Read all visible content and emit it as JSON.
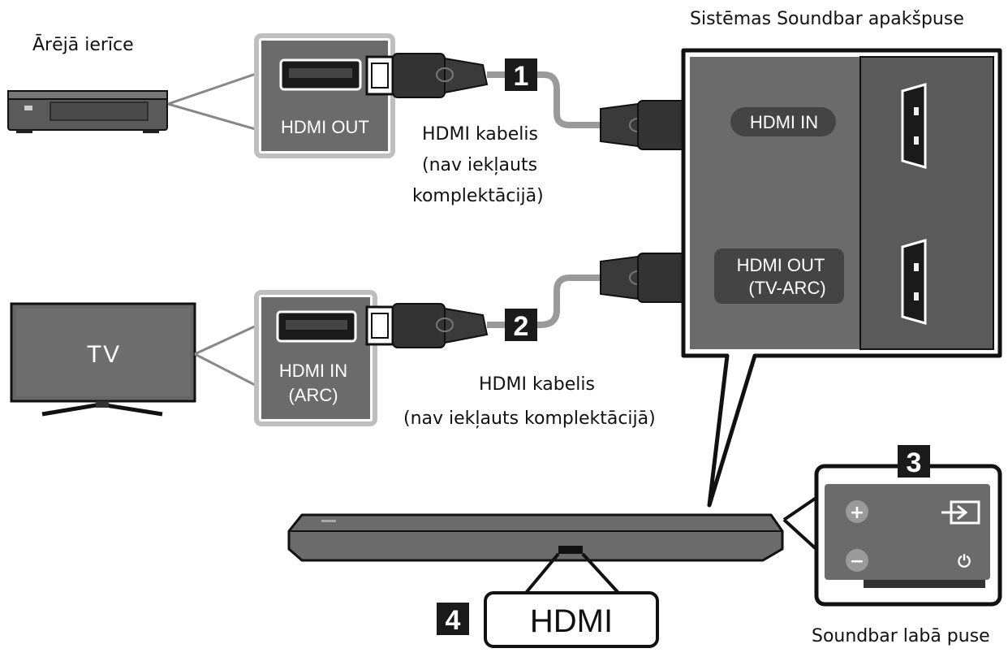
{
  "labels": {
    "external_device": "Ārējā ierīce",
    "soundbar_bottom": "Sistēmas Soundbar apakšpuse",
    "soundbar_right": "Soundbar labā puse",
    "cable1_line1": "HDMI kabelis",
    "cable1_line2": "(nav iekļauts",
    "cable1_line3": "komplektācijā)",
    "cable2_line1": "HDMI kabelis",
    "cable2_line2": "(nav iekļauts komplektācijā)"
  },
  "ports": {
    "device_out": "HDMI OUT",
    "tv_in_line1": "HDMI IN",
    "tv_in_line2": "(ARC)",
    "soundbar_in": "HDMI IN",
    "soundbar_out_line1": "HDMI OUT",
    "soundbar_out_line2": "(TV-ARC)"
  },
  "tv": {
    "label": "TV"
  },
  "steps": {
    "s1": "1",
    "s2": "2",
    "s3": "3",
    "s4": "4"
  },
  "hdmi_callout": "HDMI",
  "buttons": {
    "plus": "+",
    "minus": "−",
    "source": "⇥",
    "power": "⏻"
  },
  "icons": [
    "plus-icon",
    "minus-icon",
    "source-icon",
    "power-icon"
  ],
  "colors": {
    "panel": "#6b6b6b",
    "panel_dark": "#555555",
    "frame": "#111111",
    "cable": "#9a9a9a"
  }
}
